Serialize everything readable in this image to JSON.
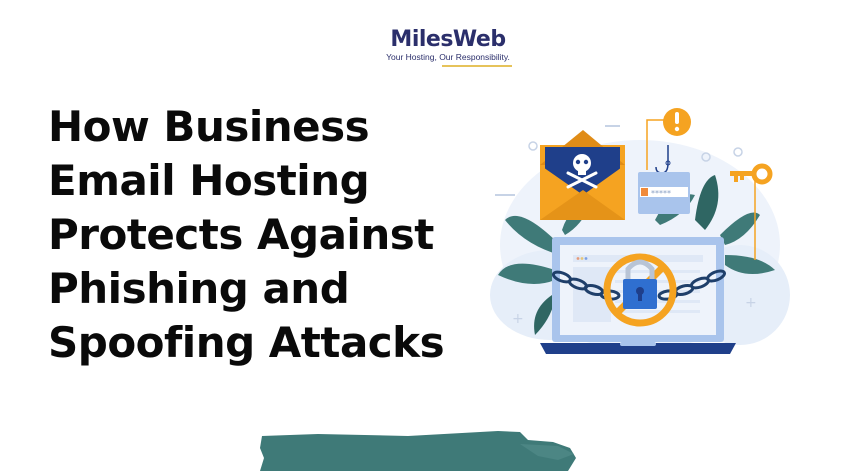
{
  "logo": {
    "name": "MilesWeb",
    "tagline": "Your Hosting, Our Responsibility."
  },
  "headline": {
    "lines": [
      "How Business",
      "Email Hosting",
      "Protects Against",
      "Phishing and",
      "Spoofing Attacks"
    ]
  },
  "illustration": {
    "elements": [
      "envelope-skull-icon",
      "warning-icon",
      "fishing-hook-icon",
      "password-field-icon",
      "key-icon",
      "laptop-icon",
      "chain-icon",
      "padlock-icon",
      "prohibited-icon",
      "leaves"
    ],
    "password_mask": "*****"
  },
  "colors": {
    "brand_navy": "#2b2f6b",
    "accent_orange": "#f5a321",
    "teal": "#3f7a78",
    "blue": "#1f4e9c",
    "light_blue": "#a9c4ec"
  }
}
